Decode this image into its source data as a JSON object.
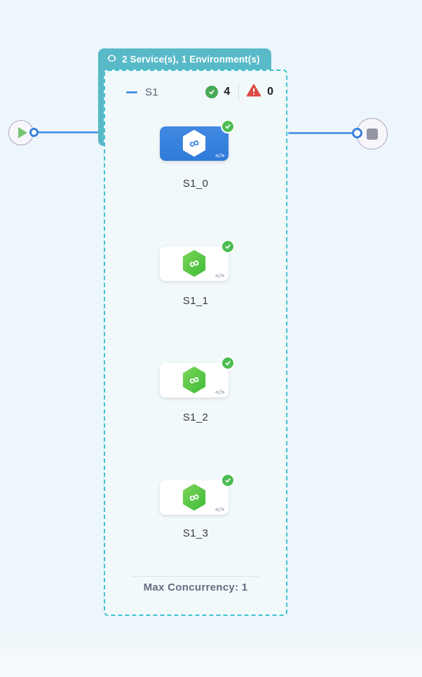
{
  "stage_group": {
    "tag_label": "2 Service(s), 1 Environment(s)",
    "tag_icon": "loop-icon",
    "tag_color": "#58B9C7",
    "border_color": "#3EC3D1"
  },
  "stage": {
    "name": "S1",
    "collapse_icon": "minus-icon",
    "success_icon": "check-circle-icon",
    "success_count": "4",
    "warning_icon": "warning-triangle-icon",
    "error_count": "0"
  },
  "nodes": [
    {
      "label": "S1_0",
      "selected": true,
      "status": "success",
      "icon": "service-hexagon-icon",
      "code_icon": "</>"
    },
    {
      "label": "S1_1",
      "selected": false,
      "status": "success",
      "icon": "service-hexagon-icon",
      "code_icon": "</>"
    },
    {
      "label": "S1_2",
      "selected": false,
      "status": "success",
      "icon": "service-hexagon-icon",
      "code_icon": "</>"
    },
    {
      "label": "S1_3",
      "selected": false,
      "status": "success",
      "icon": "service-hexagon-icon",
      "code_icon": "</>"
    }
  ],
  "footer": {
    "max_concurrency_label": "Max Concurrency: 1"
  },
  "start_node": {
    "icon": "play-icon"
  },
  "end_node": {
    "icon": "stop-icon"
  },
  "colors": {
    "canvas_background": "#EDF6FA",
    "group_background": "#F2F9FB",
    "selected_node_blue": "#3884DB",
    "service_green": "#52C63F",
    "success_green": "#4CBD52",
    "error_red": "#DC4A43",
    "edge_blue": "#579BE8",
    "port_blue": "#3B80DB"
  }
}
